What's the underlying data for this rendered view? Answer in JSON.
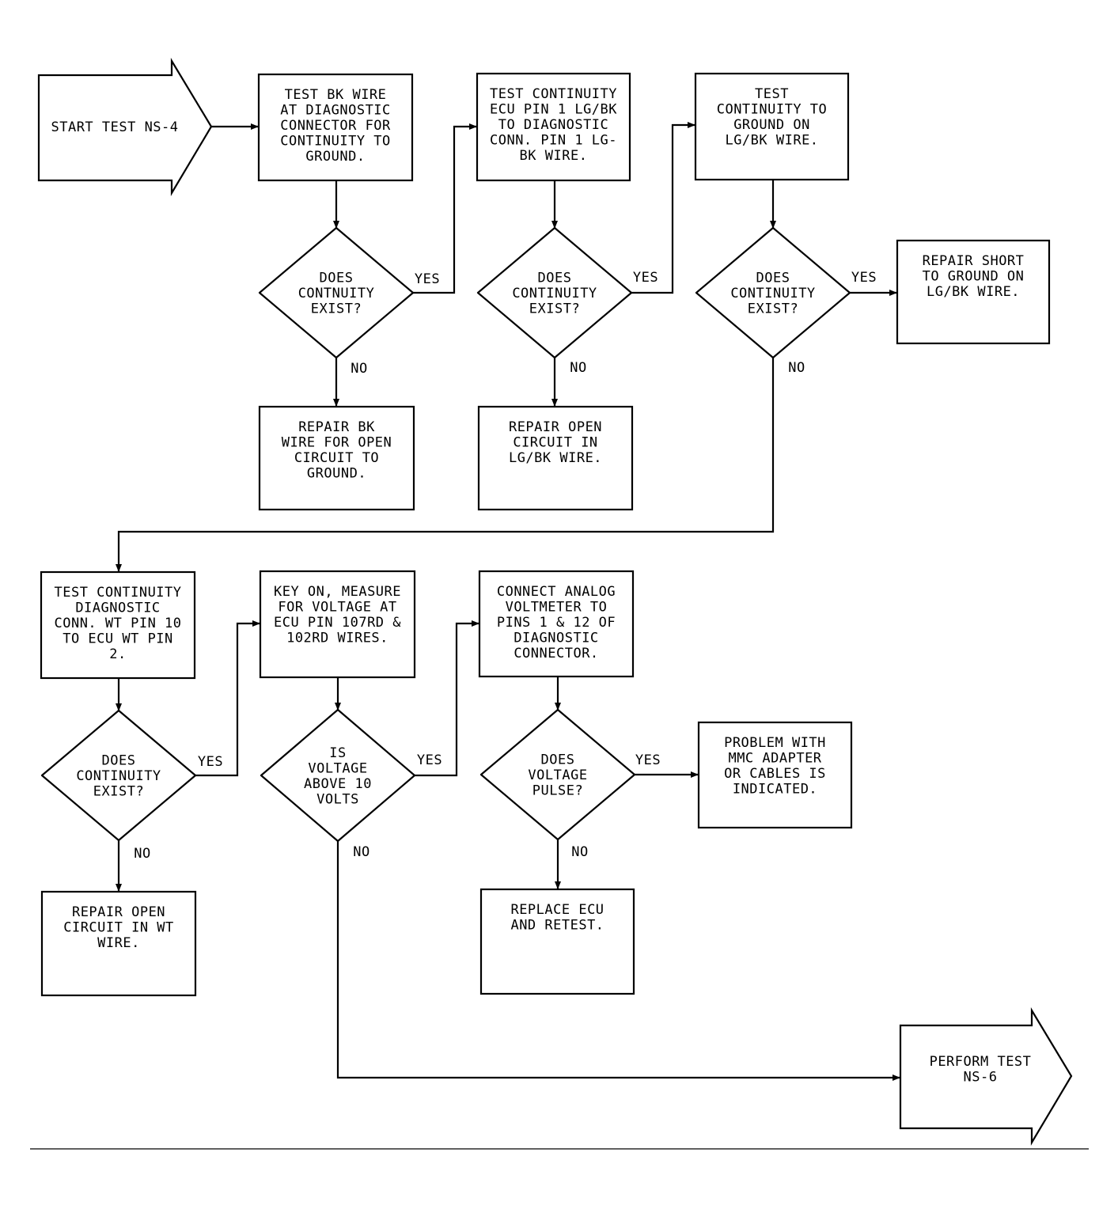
{
  "start": [
    "START TEST NS-4"
  ],
  "end": [
    "PERFORM TEST",
    "NS-6"
  ],
  "labels": {
    "yes": "YES",
    "no": "NO"
  },
  "boxes": {
    "b1": [
      "TEST BK WIRE",
      "AT DIAGNOSTIC",
      "CONNECTOR FOR",
      "CONTINUITY TO",
      "GROUND."
    ],
    "b2": [
      "TEST CONTINUITY",
      "ECU PIN 1 LG/BK",
      "TO DIAGNOSTIC",
      "CONN. PIN 1 LG-",
      "BK WIRE."
    ],
    "b3": [
      "TEST",
      "CONTINUITY TO",
      "GROUND ON",
      "LG/BK WIRE."
    ],
    "r1": [
      "REPAIR BK",
      "WIRE FOR OPEN",
      "CIRCUIT TO",
      "GROUND."
    ],
    "r2": [
      "REPAIR OPEN",
      "CIRCUIT IN",
      "LG/BK WIRE."
    ],
    "r3": [
      "REPAIR SHORT",
      "TO GROUND ON",
      "LG/BK WIRE."
    ],
    "b4": [
      "TEST CONTINUITY",
      "DIAGNOSTIC",
      "CONN. WT PIN 10",
      "TO ECU WT PIN",
      "2."
    ],
    "b5": [
      "KEY ON, MEASURE",
      "FOR VOLTAGE AT",
      "ECU PIN 107RD &",
      "102RD WIRES."
    ],
    "b6": [
      "CONNECT ANALOG",
      "VOLTMETER TO",
      "PINS 1 & 12 OF",
      "DIAGNOSTIC",
      "CONNECTOR."
    ],
    "r4": [
      "REPAIR OPEN",
      "CIRCUIT IN WT",
      "WIRE."
    ],
    "r6": [
      "REPLACE ECU",
      "AND RETEST."
    ],
    "r7": [
      "PROBLEM WITH",
      "MMC ADAPTER",
      "OR CABLES IS",
      "INDICATED."
    ]
  },
  "decisions": {
    "d1": [
      "DOES",
      "CONTNUITY",
      "EXIST?"
    ],
    "d2": [
      "DOES",
      "CONTINUITY",
      "EXIST?"
    ],
    "d3": [
      "DOES",
      "CONTINUITY",
      "EXIST?"
    ],
    "d4": [
      "DOES",
      "CONTINUITY",
      "EXIST?"
    ],
    "d5": [
      "IS",
      "VOLTAGE",
      "ABOVE 10",
      "VOLTS"
    ],
    "d6": [
      "DOES",
      "VOLTAGE",
      "PULSE?"
    ]
  }
}
